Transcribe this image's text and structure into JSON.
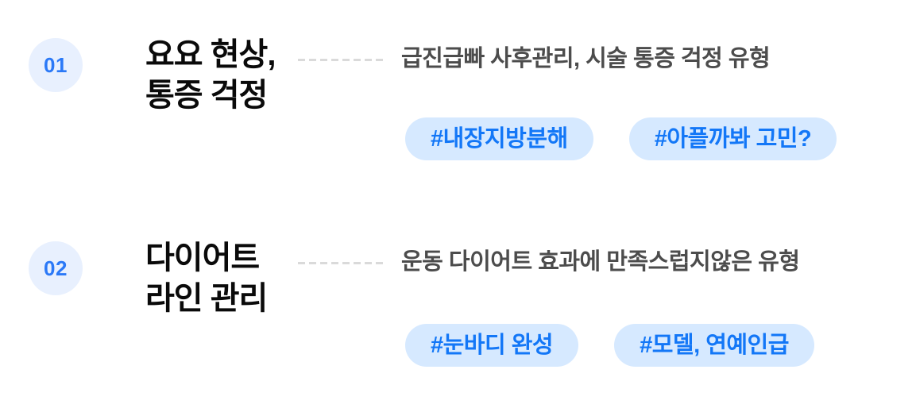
{
  "colors": {
    "badge_background": "#E8F0FE",
    "badge_number": "#2B79F7",
    "title_text": "#0A0A0A",
    "description_text": "#4C4C4C",
    "dash_line": "#DADADA",
    "tag_background": "#D6E9FF",
    "tag_text": "#1377F7"
  },
  "items": [
    {
      "number": "01",
      "title_line1": "요요 현상,",
      "title_line2": "통증 걱정",
      "description": "급진급빠 사후관리, 시술 통증 걱정 유형",
      "tags": [
        "#내장지방분해",
        "#아플까봐 고민?"
      ]
    },
    {
      "number": "02",
      "title_line1": "다이어트",
      "title_line2": "라인 관리",
      "description": "운동 다이어트 효과에 만족스럽지않은 유형",
      "tags": [
        "#눈바디 완성",
        "#모델, 연예인급"
      ]
    }
  ]
}
